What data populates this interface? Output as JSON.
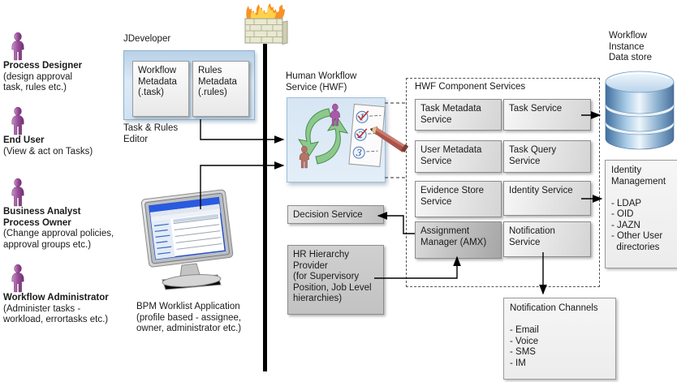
{
  "actors": [
    {
      "name": "Process Designer",
      "desc": "(design approval\ntask, rules etc.)"
    },
    {
      "name": "End User",
      "desc": "(View & act on Tasks)"
    },
    {
      "name": "Business Analyst\nProcess Owner",
      "desc": "(Change approval policies,\napproval groups etc.)"
    },
    {
      "name": "Workflow Administrator",
      "desc": "(Administer tasks -\nworkload, errortasks etc.)"
    }
  ],
  "jdeveloper": {
    "title": "JDeveloper",
    "workflow_metadata": "Workflow\nMetadata\n(.task)",
    "rules_metadata": "Rules\nMetadata\n(.rules)",
    "caption": "Task & Rules\nEditor"
  },
  "bpm": {
    "caption": "BPM Worklist Application\n(profile based - assignee,\nowner, administrator etc.)"
  },
  "hwf": {
    "title": "Human Workflow\nService (HWF)"
  },
  "services": {
    "title": "HWF Component Services",
    "items": [
      "Task Metadata\nService",
      "Task Service",
      "User Metadata\nService",
      "Task Query\nService",
      "Evidence Store\nService",
      "Identity Service",
      "Assignment\nManager (AMX)",
      "Notification\nService"
    ]
  },
  "decision": {
    "label": "Decision Service"
  },
  "hr": {
    "label": "HR Hierarchy\nProvider\n(for Supervisory\nPosition, Job Level\nhierarchies)"
  },
  "datastore": {
    "label": "Workflow\nInstance\nData store"
  },
  "identity_mgmt": {
    "text": "Identity\nManagement\n\n- LDAP\n- OID\n- JAZN\n- Other User\n  directories"
  },
  "notif_channels": {
    "text": "Notification Channels\n\n- Email\n- Voice\n- SMS\n- IM"
  },
  "icons": {
    "person": "person-icon",
    "firewall": "firewall-icon",
    "database": "database-icon",
    "monitor": "monitor-icon",
    "workflow_cycle": "workflow-cycle-icon"
  },
  "colors": {
    "person_purple": "#9a4d9a",
    "box_blue": "#d7e6f4",
    "arrow_green": "#8cc98c",
    "database_blue": "#4a7bab",
    "flame_orange": "#f79226",
    "line_black": "#000000"
  }
}
